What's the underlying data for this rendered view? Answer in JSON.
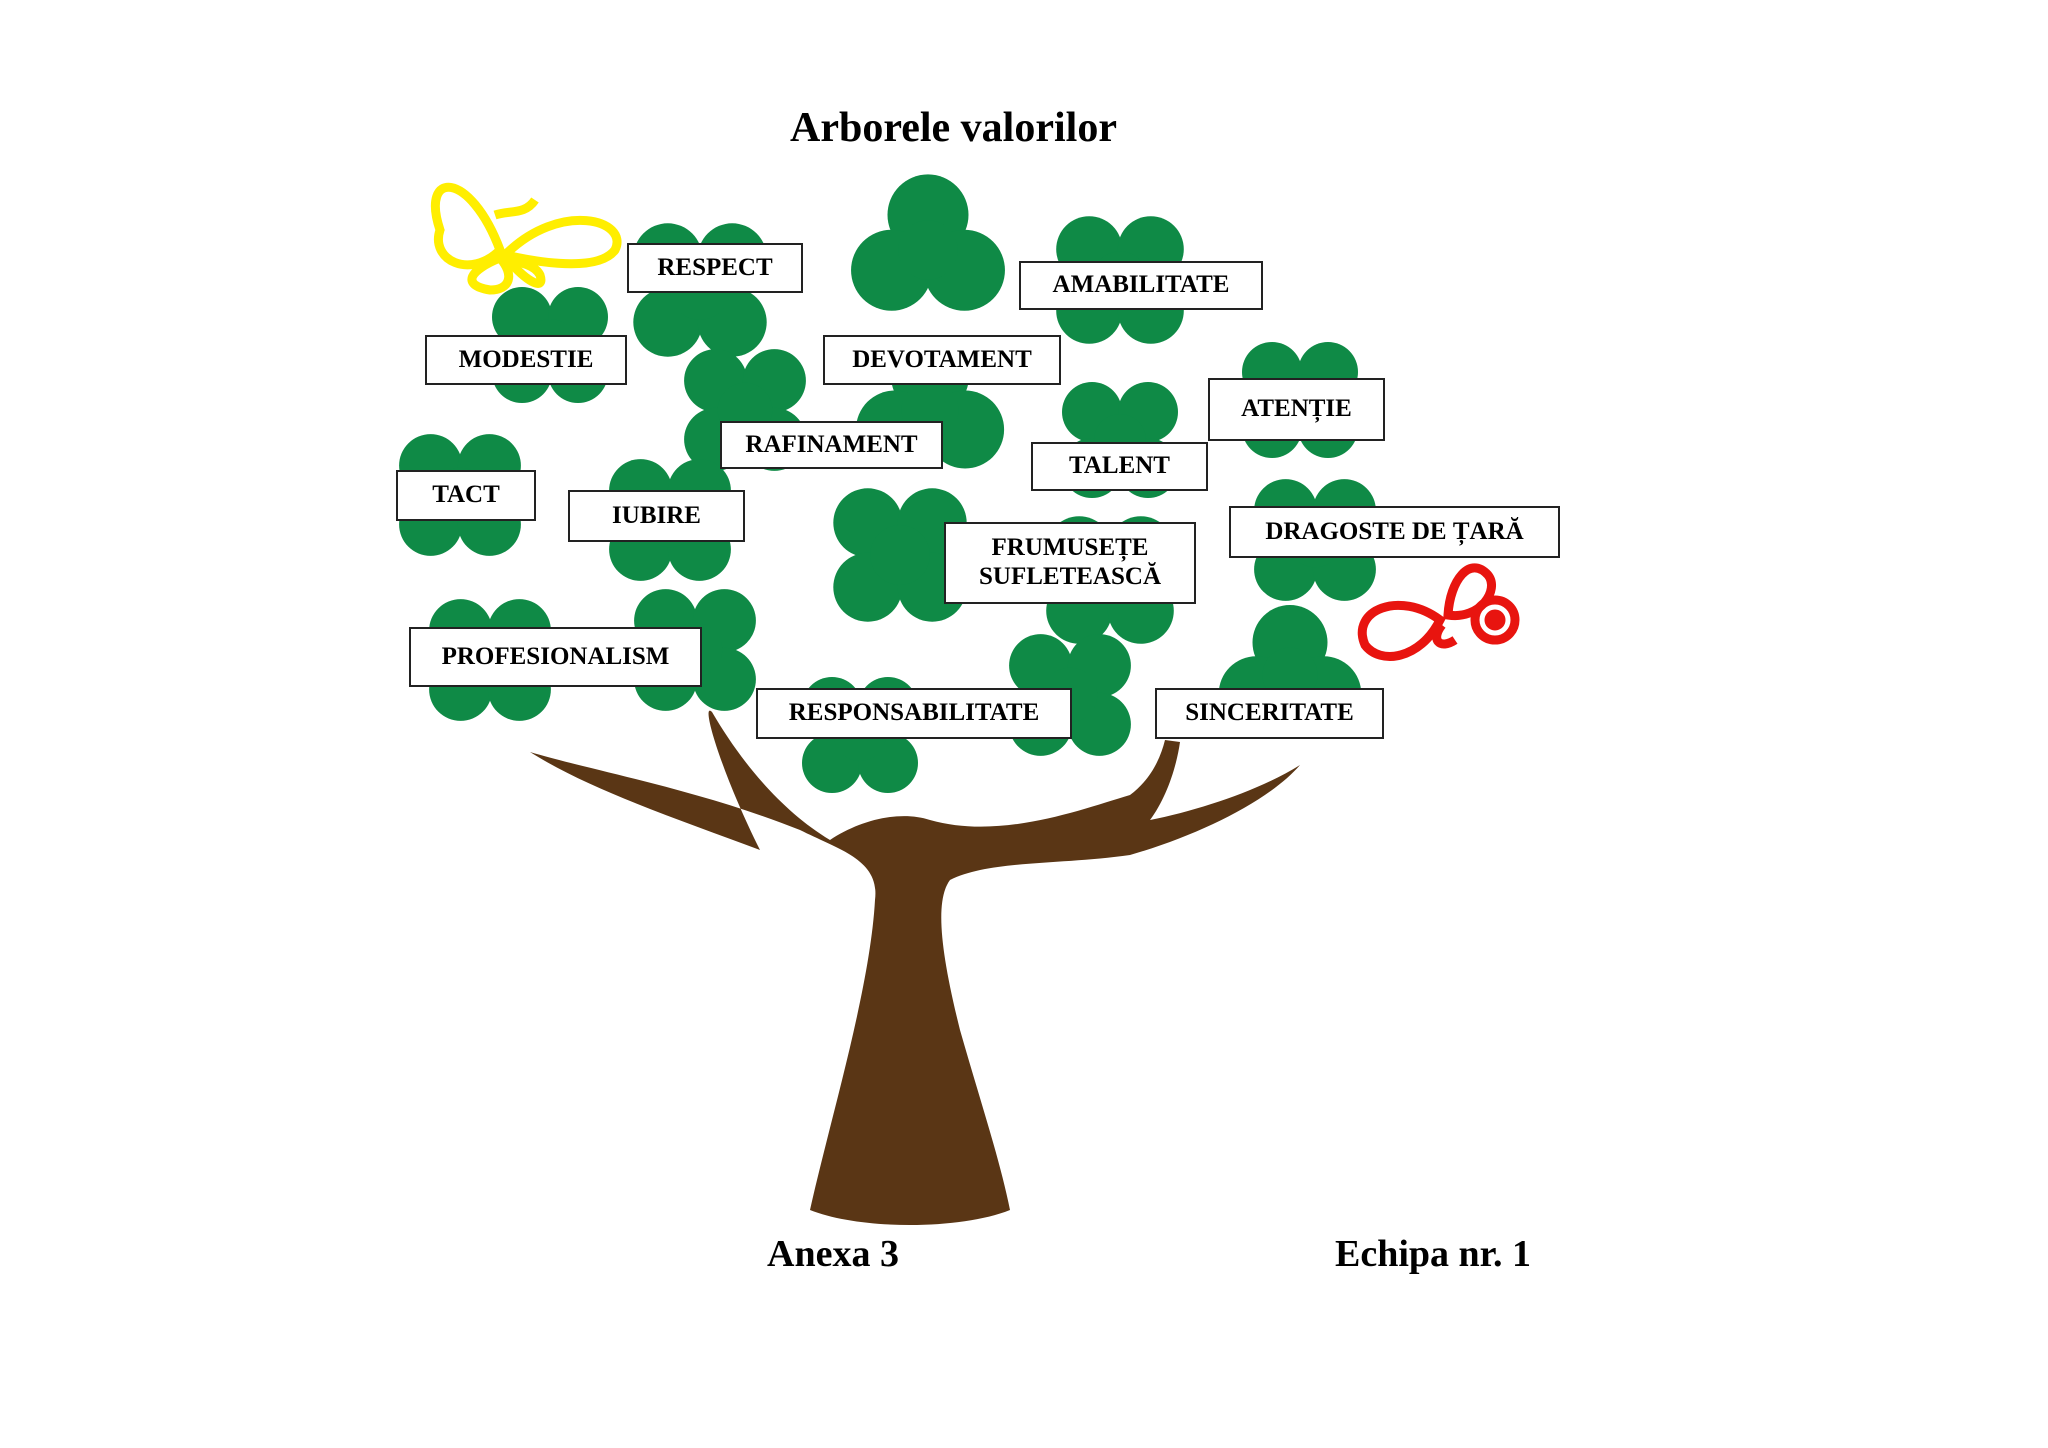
{
  "title": "Arborele valorilor",
  "values": {
    "respect": "RESPECT",
    "amabilitate": "AMABILITATE",
    "modestie": "MODESTIE",
    "devotament": "DEVOTAMENT",
    "atentie": "ATENȚIE",
    "rafinament": "RAFINAMENT",
    "talent": "TALENT",
    "tact": "TACT",
    "iubire": "IUBIRE",
    "dragoste_de_tara": "DRAGOSTE DE ȚARĂ",
    "frumusete_line1": "FRUMUSEȚE",
    "frumusete_line2": "SUFLETEASCĂ",
    "profesionalism": "PROFESIONALISM",
    "responsabilitate": "RESPONSABILITATE",
    "sinceritate": "SINCERITATE"
  },
  "footer": {
    "annex": "Anexa 3",
    "team": "Echipa nr. 1"
  },
  "colors": {
    "leaf": "#0f8a46",
    "trunk": "#5a3615",
    "butterfly_left": "#ffee00",
    "butterfly_right": "#e8140f"
  }
}
